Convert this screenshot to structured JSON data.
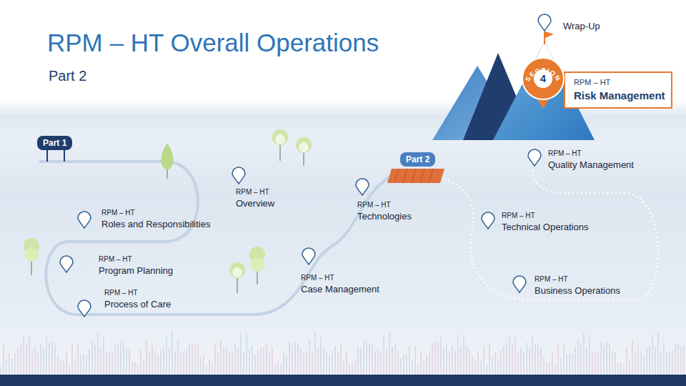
{
  "diagram": {
    "title": "RPM – HT Overall Operations",
    "nodes": [
      {
        "text": [
          "Part 1"
        ]
      },
      {
        "text": [
          "RPM – HT",
          "Overview"
        ]
      },
      {
        "text": [
          "RPM – HT",
          "Roles and Responsibilities"
        ]
      },
      {
        "text": [
          "RPM – HT",
          "Program Planning"
        ]
      },
      {
        "text": [
          "RPM – HT",
          "Process of Care"
        ]
      },
      {
        "text": [
          "RPM – HT",
          "Case Management"
        ]
      },
      {
        "text": [
          "RPM – HT",
          "Technologies"
        ]
      },
      {
        "text": [
          "Part 2"
        ]
      },
      {
        "text": [
          "RPM – HT",
          "Technical Operations"
        ]
      },
      {
        "text": [
          "RPM – HT",
          "Business Operations"
        ]
      },
      {
        "text": [
          "RPM – HT",
          "Quality Management"
        ]
      },
      {
        "text": [
          "SECTION",
          "4"
        ]
      },
      {
        "text": [
          "RPM – HT",
          "Risk Management"
        ]
      },
      {
        "text": [
          "Wrap-Up"
        ]
      }
    ],
    "labels": [
      "Part 2"
    ]
  }
}
